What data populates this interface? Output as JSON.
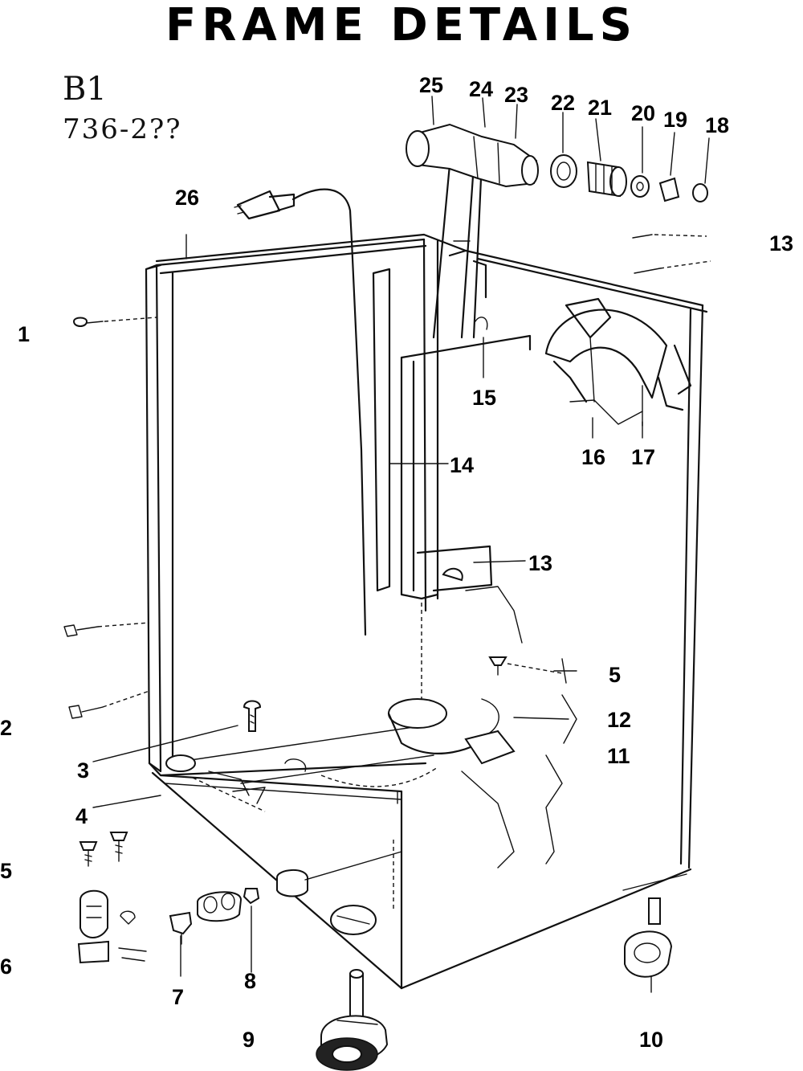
{
  "title": "FRAME DETAILS",
  "handwritten_note": {
    "line1": "B1",
    "line2": "736-2??"
  },
  "labels": {
    "n1": "1",
    "n2": "2",
    "n3": "3",
    "n4": "4",
    "n5a": "5",
    "n5b": "5",
    "n6": "6",
    "n7": "7",
    "n8": "8",
    "n9": "9",
    "n10": "10",
    "n11": "11",
    "n12": "12",
    "n13a": "13",
    "n13b": "13",
    "n14": "14",
    "n15": "15",
    "n16": "16",
    "n17": "17",
    "n18": "18",
    "n19": "19",
    "n20": "20",
    "n21": "21",
    "n22": "22",
    "n23": "23",
    "n24": "24",
    "n25": "25",
    "n26": "26"
  }
}
